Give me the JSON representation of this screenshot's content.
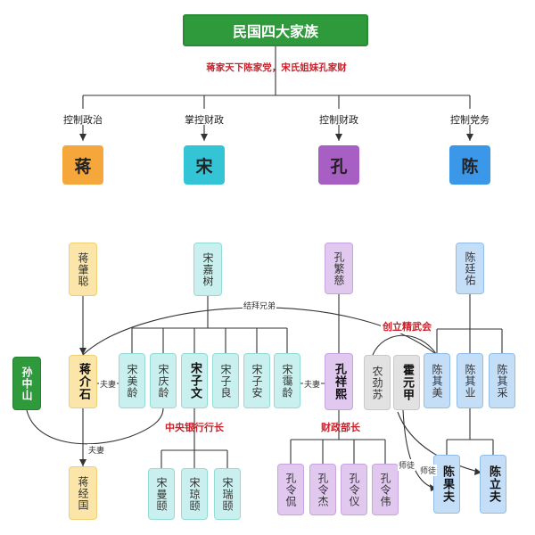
{
  "title": "民国四大家族",
  "subtitle": "蒋家天下陈家党，宋氏姐妹孔家财",
  "categories": [
    {
      "label": "控制政治",
      "family": "蒋",
      "color": "#f6a73b"
    },
    {
      "label": "掌控财政",
      "family": "宋",
      "color": "#33c4d6"
    },
    {
      "label": "控制财政",
      "family": "孔",
      "color": "#a75fc4"
    },
    {
      "label": "控制党务",
      "family": "陈",
      "color": "#3b97e8"
    }
  ],
  "people": {
    "jiang_zhaocong": "蒋肇聪",
    "song_jiashu": "宋嘉树",
    "kong_fanci": "孔繁慈",
    "chen_tingyou": "陈廷佑",
    "sun_zhongshan": "孙中山",
    "jiang_jieshi": "蒋介石",
    "song_meiling": "宋美龄",
    "song_qingling": "宋庆龄",
    "song_ziwen": "宋子文",
    "song_ziliang": "宋子良",
    "song_ziyan": "宋子安",
    "song_ailing": "宋霭龄",
    "kong_xiangxi": "孔祥熙",
    "nong_jinsu": "农劲苏",
    "huo_yuanjia": "霍元甲",
    "chen_qimei": "陈其美",
    "chen_qiye": "陈其业",
    "chen_qicai": "陈其采",
    "jiang_jingguo": "蒋经国",
    "song_manyi": "宋曼颐",
    "song_qiongyi": "宋琼颐",
    "song_ruiyi": "宋瑞颐",
    "kong_lingkan": "孔令侃",
    "kong_lingjie": "孔令杰",
    "kong_lingyi": "孔令仪",
    "kong_lingwei": "孔令伟",
    "chen_guofu": "陈果夫",
    "chen_lifu": "陈立夫"
  },
  "labels": {
    "sworn": "结拜兄弟",
    "spouse": "夫妻",
    "found_jingwu": "创立精武会",
    "central_bank": "中央银行行长",
    "finance_minister": "财政部长",
    "disciple": "师徒"
  }
}
